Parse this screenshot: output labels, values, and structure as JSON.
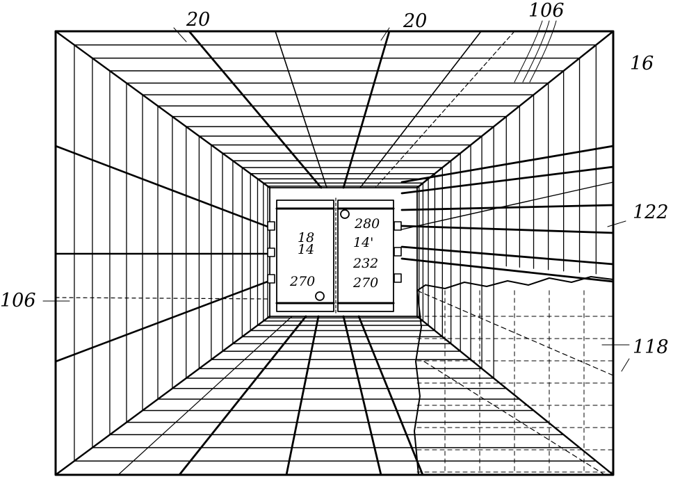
{
  "labels": {
    "ceiling_rail_left": "20",
    "ceiling_rail_right": "20",
    "ceiling_slats": "106",
    "container": "16",
    "left_wall": "106",
    "damage": "122",
    "cutaway": "118",
    "door_left_upper": "18",
    "door_left_lower": "14",
    "door_left_bottom": "270",
    "door_right_lock": "280",
    "door_right_mid": "14'",
    "door_right_lower": "232",
    "door_right_bottom": "270"
  }
}
